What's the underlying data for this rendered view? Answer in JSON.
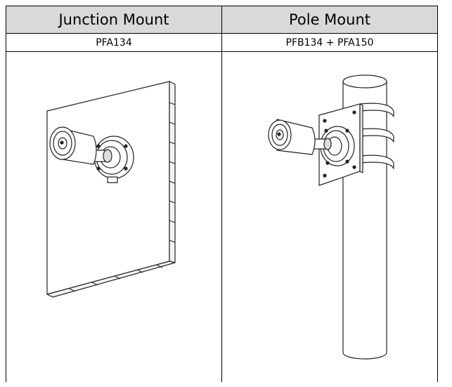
{
  "columns": [
    {
      "title": "Junction Mount",
      "model": "PFA134"
    },
    {
      "title": "Pole Mount",
      "model": "PFB134 + PFA150"
    }
  ]
}
